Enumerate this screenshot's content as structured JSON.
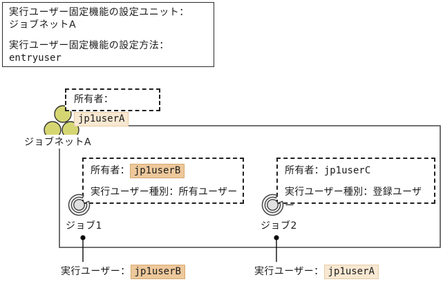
{
  "info_box": {
    "line1": "実行ユーザー固定機能の設定ユニット：",
    "line2": "ジョブネットA",
    "line3": "実行ユーザー固定機能の設定方法：",
    "line4": "entryuser"
  },
  "jobnet": {
    "label": "ジョブネットA",
    "owner_label": "所有者：",
    "owner_value": "jp1userA"
  },
  "jobs": [
    {
      "label": "ジョブ1",
      "owner_label": "所有者：",
      "owner_value": "jp1userB",
      "exec_type": "実行ユーザー種別：所有ユーザー",
      "exec_user_label": "実行ユーザー：",
      "exec_user_value": "jp1userB"
    },
    {
      "label": "ジョブ2",
      "owner_label": "所有者：",
      "owner_value": "jp1userC",
      "exec_type": "実行ユーザー種別：登録ユーザー",
      "exec_user_label": "実行ユーザー：",
      "exec_user_value": "jp1userA"
    }
  ],
  "colors": {
    "highlight_strong": "#edc89b",
    "highlight_light": "#f8e8d2",
    "jobnet_icon_fill": "#d5d672",
    "job_icon_ring_fill": "#eeeeee",
    "job_icon_disc_fill": "#e1e1e1",
    "rect_line": "#5f5f5f",
    "dash_line": "#1f1f1f",
    "text": "#1c1c1c"
  }
}
